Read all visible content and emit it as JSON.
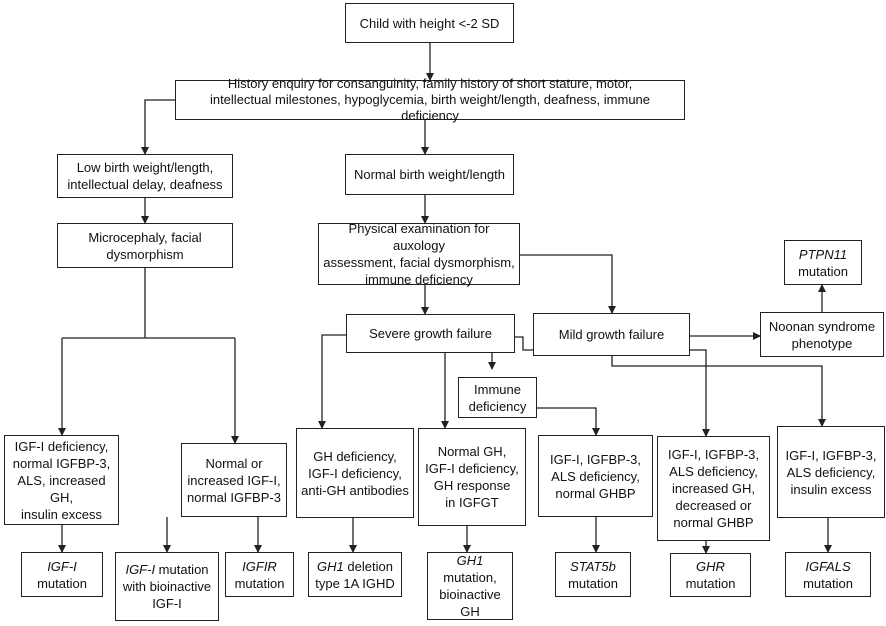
{
  "diagram": {
    "type": "flowchart",
    "nodes": {
      "root": "Child with height <-2 SD",
      "history": "History enquiry for consanguinity, family history of short stature, motor,\nintellectual milestones, hypoglycemia, birth weight/length, deafness, immune deficiency",
      "low_birth": "Low birth weight/length,\nintellectual delay, deafness",
      "normal_birth": "Normal birth weight/length",
      "microcephaly": "Microcephaly, facial\ndysmorphism",
      "physical_exam": "Physical examination for auxology\nassessment, facial dysmorphism,\nimmune deficiency",
      "ptpn11_gene": "PTPN11",
      "ptpn11_suffix": "mutation",
      "severe": "Severe growth failure",
      "mild": "Mild growth failure",
      "noonan": "Noonan syndrome\nphenotype",
      "immune": "Immune\ndeficiency",
      "igf1_def": "IGF-I deficiency,\nnormal IGFBP-3,\nALS, increased GH,\ninsulin excess",
      "normal_igf": "Normal or\nincreased IGF-I,\nnormal IGFBP-3",
      "gh_def": "GH deficiency,\nIGF-I deficiency,\nanti-GH antibodies",
      "normal_gh": "Normal GH,\nIGF-I deficiency,\nGH response\nin IGFGT",
      "stat5b_pheno": "IGF-I, IGFBP-3,\nALS deficiency,\nnormal GHBP",
      "ghr_pheno": "IGF-I, IGFBP-3,\nALS deficiency,\nincreased GH,\ndecreased or\nnormal GHBP",
      "igfals_pheno": "IGF-I, IGFBP-3,\nALS deficiency,\ninsulin excess",
      "igf1_mut_gene": "IGF-I",
      "igf1_mut_suffix": "mutation",
      "bioinactive_gene": "IGF-I",
      "bioinactive_suffix": " mutation\nwith bioinactive\nIGF-I",
      "igfir_gene": "IGFIR",
      "igfir_suffix": "mutation",
      "gh1_del_gene": "GH1",
      "gh1_del_suffix": " deletion\ntype 1A IGHD",
      "gh1_mut_gene": "GH1",
      "gh1_mut_suffix": " mutation,\nbioinactive\nGH",
      "stat5b_gene": "STAT5b",
      "stat5b_suffix": "mutation",
      "ghr_gene": "GHR",
      "ghr_suffix": "mutation",
      "igfals_gene": "IGFALS",
      "igfals_suffix": "mutation"
    }
  }
}
